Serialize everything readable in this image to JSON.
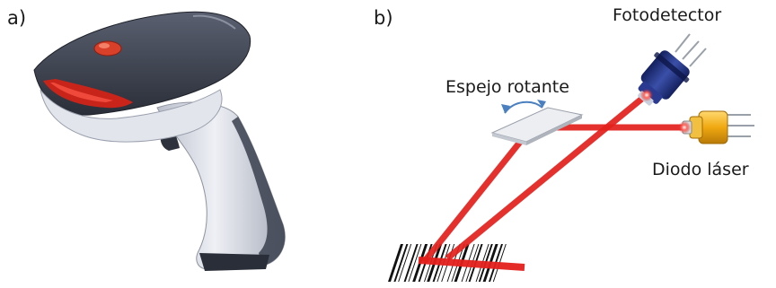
{
  "panels": {
    "a": {
      "label": "a)"
    },
    "b": {
      "label": "b)",
      "labels": {
        "photodetector": "Fotodetector",
        "rotating_mirror": "Espejo rotante",
        "laser_diode": "Diodo láser"
      }
    }
  },
  "colors": {
    "laser": "#e3201c",
    "scanner_body": "#3a3f4d",
    "scanner_grip": "#d4d8e2",
    "scanner_window": "#c8241a",
    "photodetector": "#1e2d78",
    "diode_housing": "#e8a40c",
    "mirror": "#e6e8ec"
  },
  "icons": {
    "scanner": "handheld-barcode-scanner",
    "photodetector": "photodetector-component",
    "laser_diode": "laser-diode-component",
    "mirror": "rotating-mirror",
    "barcode": "barcode"
  }
}
